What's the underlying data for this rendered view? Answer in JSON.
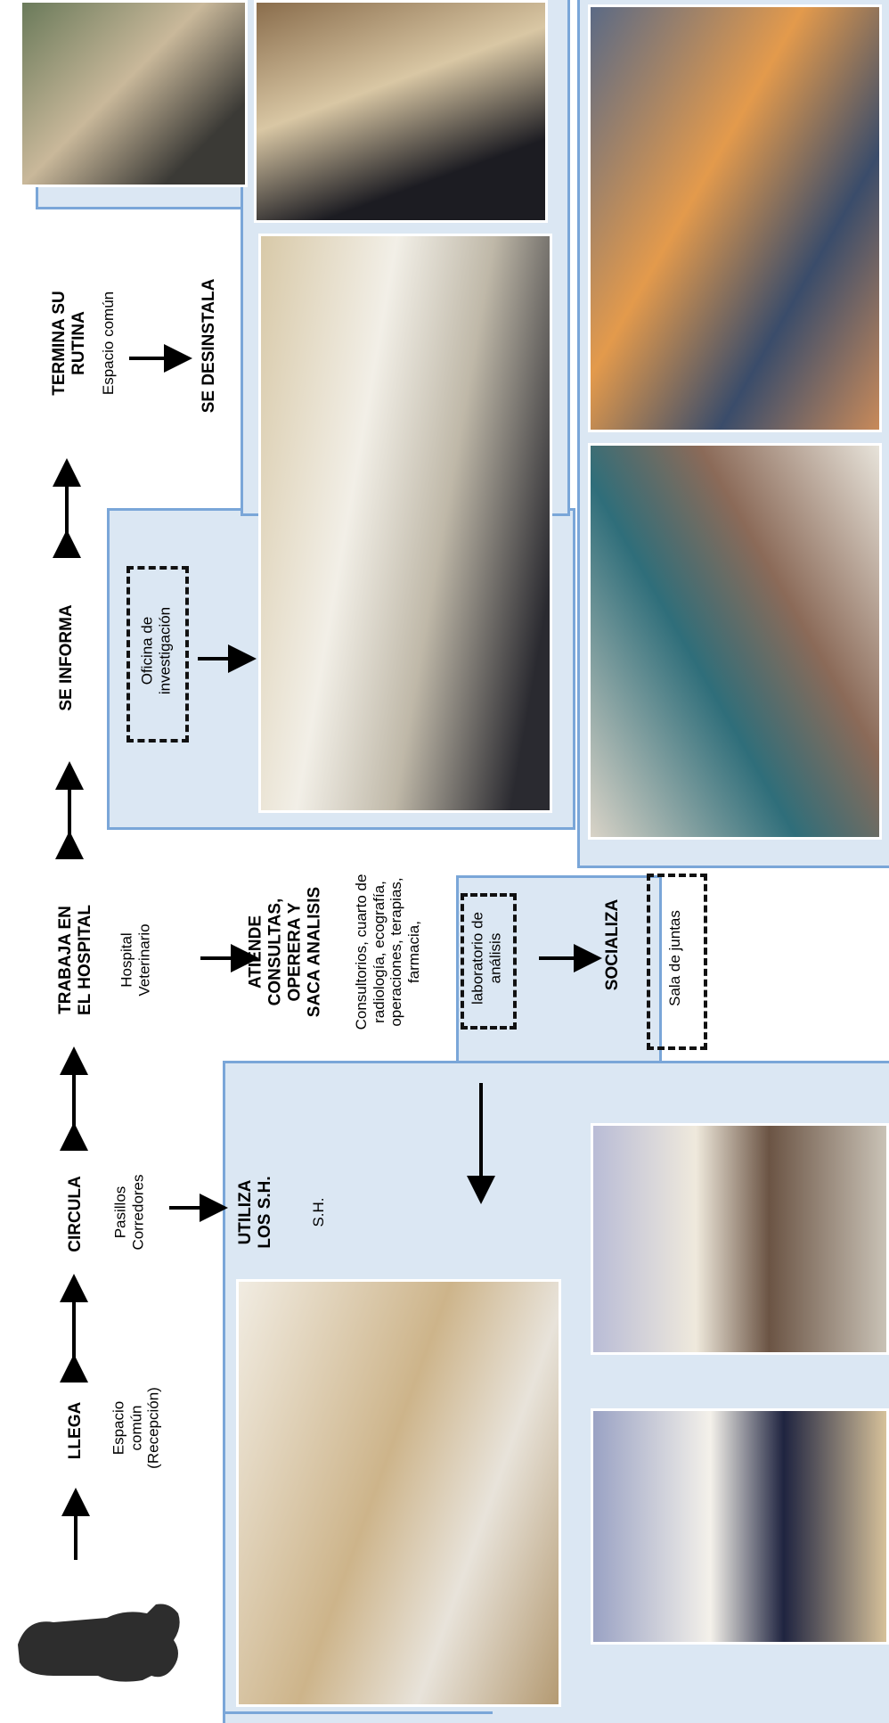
{
  "steps": {
    "llega": {
      "title": "LLEGA",
      "sub": "Espacio\ncomún\n(Recepción)"
    },
    "circula": {
      "title": "CIRCULA",
      "sub": "Pasillos\nCorredores"
    },
    "trabaja": {
      "title": "TRABAJA EN\nEL HOSPITAL",
      "sub": "Hospital\nVeterinario"
    },
    "informa": {
      "title": "SE INFORMA"
    },
    "termina": {
      "title": "TERMINA SU\nRUTINA",
      "sub": "Espacio común"
    }
  },
  "outcomes": {
    "utiliza": {
      "title": "UTILIZA\nLOS S.H.",
      "sub": "S.H."
    },
    "atiende": {
      "title": "ATIENDE\nCONSULTAS,\nOPERERA Y\nSACA ANALISIS",
      "sub": "Consultorios, cuarto de\nradiología, ecografía,\noperaciones, terapias,\nfarmacia,"
    },
    "socializa": {
      "title": "SOCIALIZA"
    },
    "desinstala": {
      "title": "SE DESINSTALA"
    }
  },
  "places": {
    "laboratorio": "laboratorio de\nanálisis",
    "sala": "Sala de juntas",
    "oficina": "Oficina de\ninvestigación"
  },
  "colors": {
    "panel_fill": "#dbe7f3",
    "panel_border": "#7aa6d8"
  }
}
